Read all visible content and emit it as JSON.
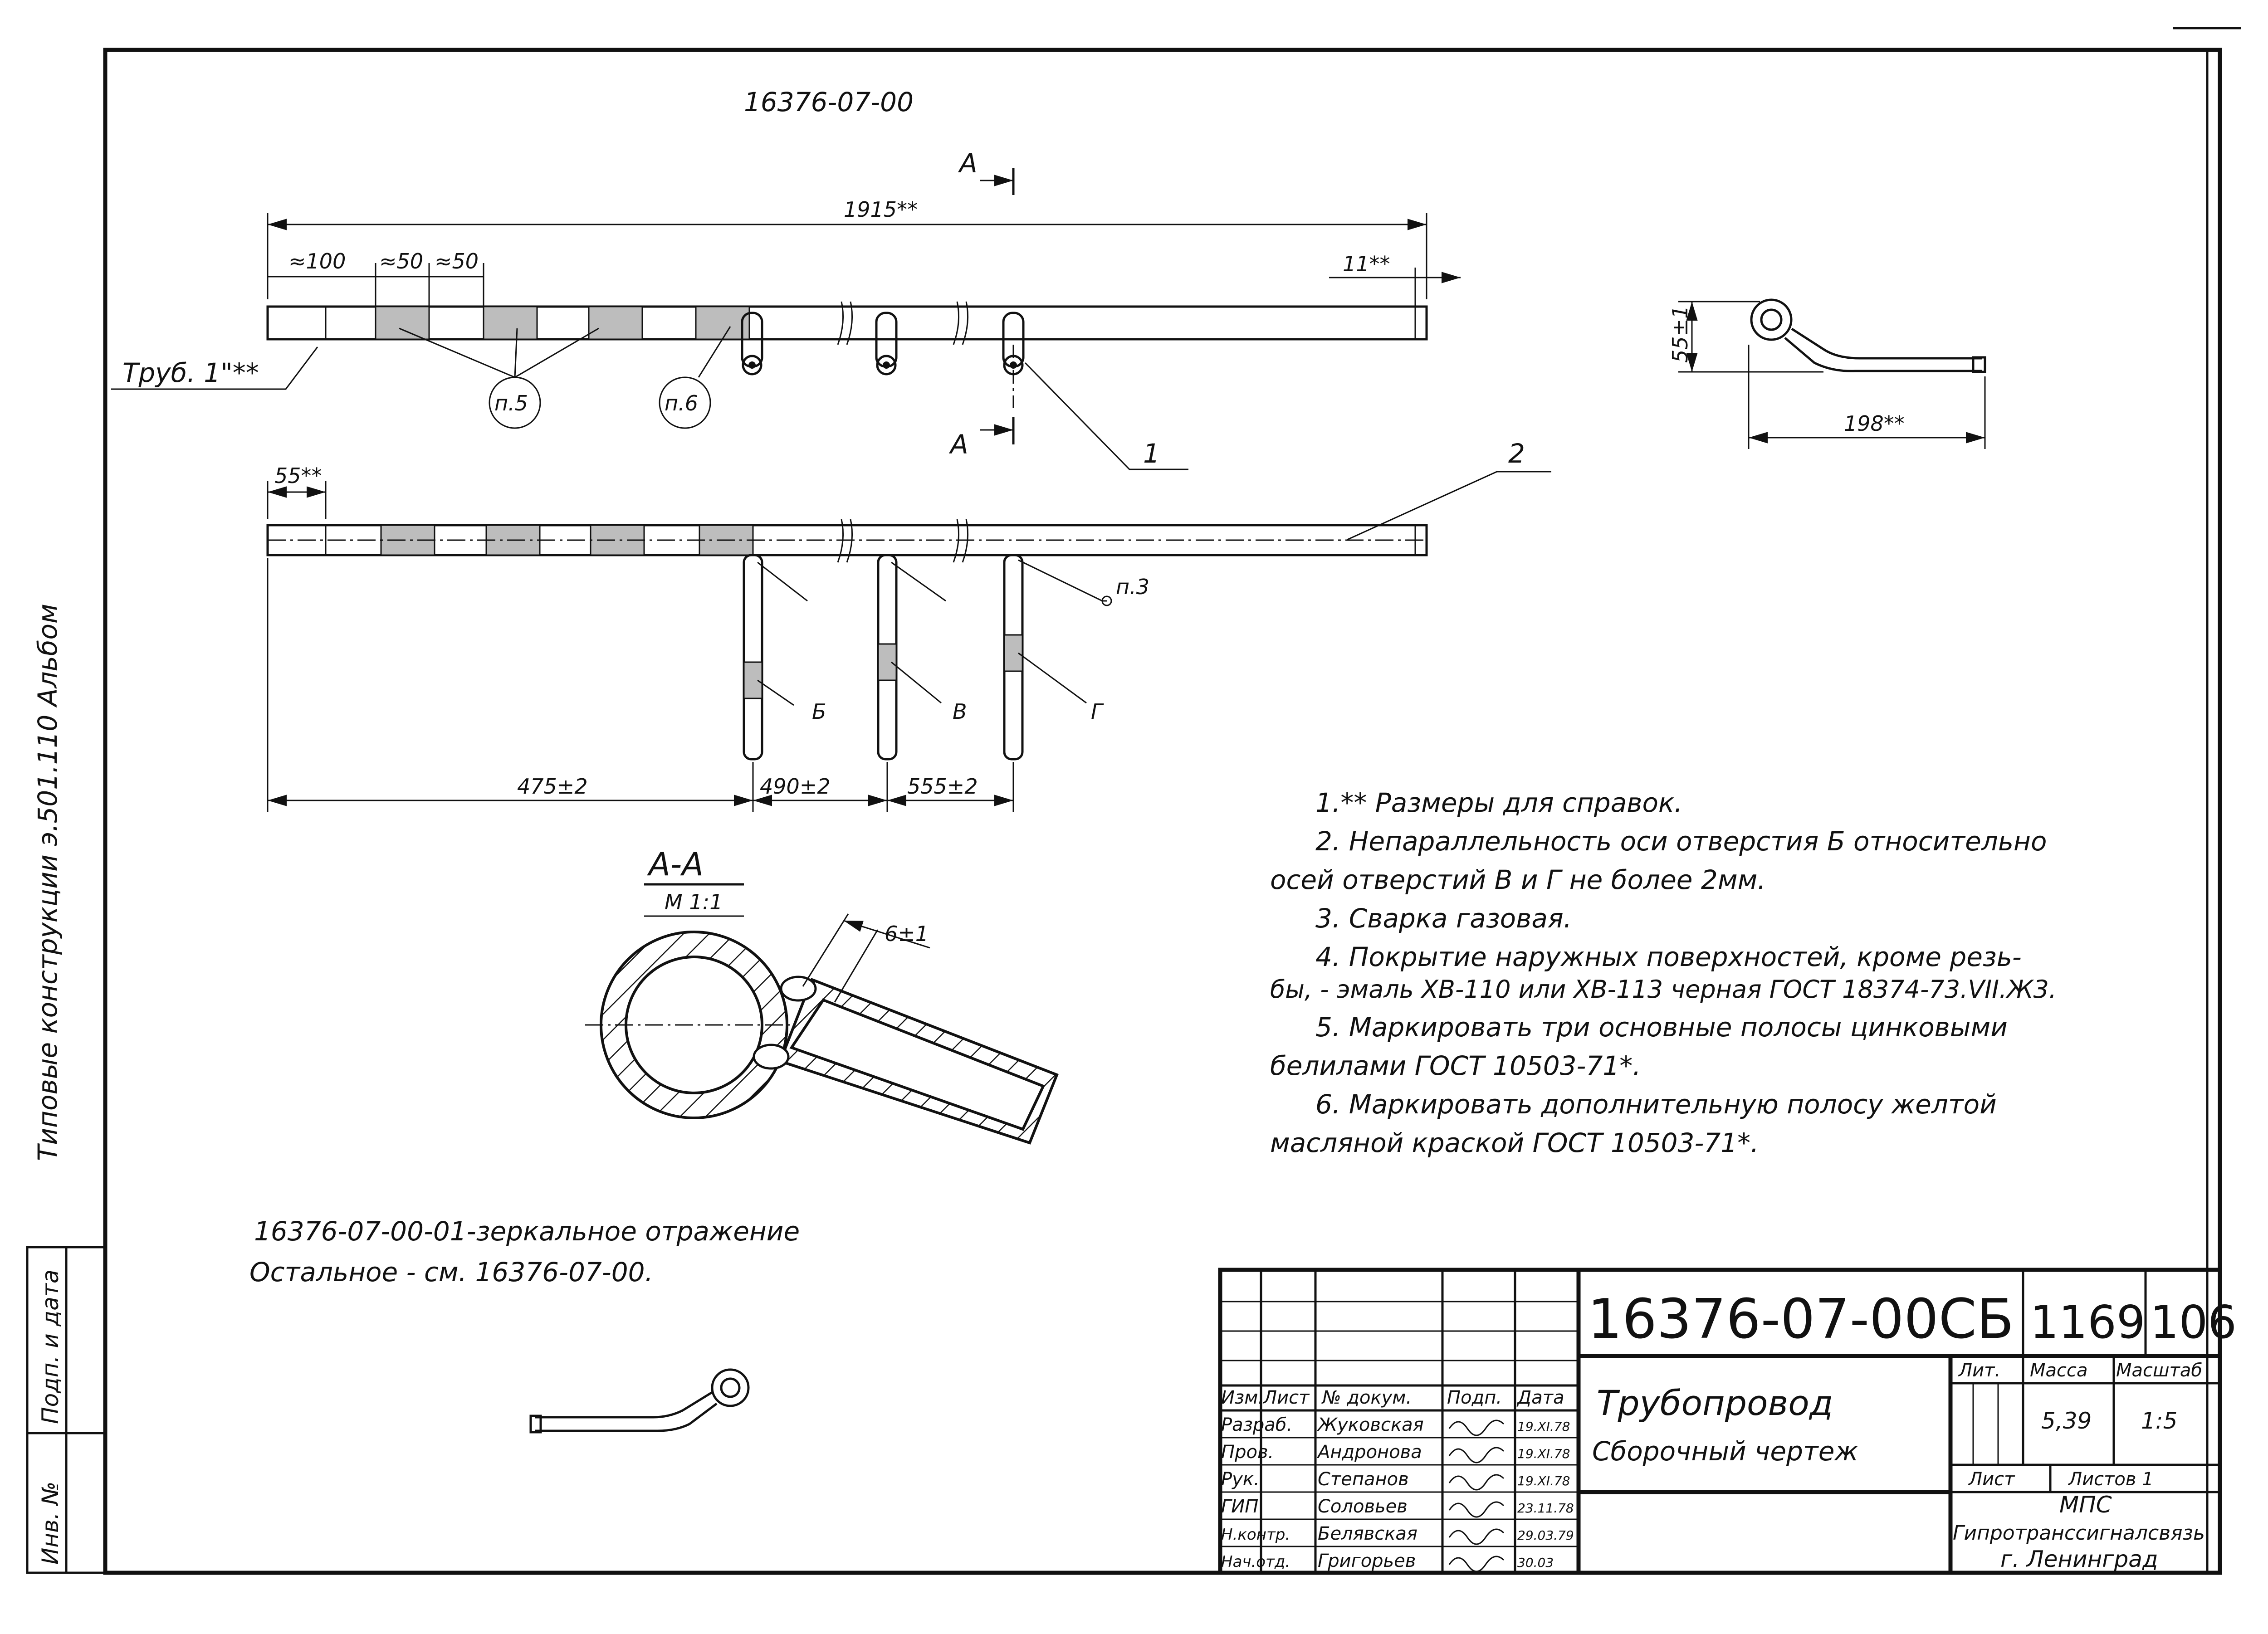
{
  "sheet": {
    "side_text": "Типовые конструкции э.501.110 Альбом",
    "inv_label": "Инв. №",
    "sign_date_label": "Подп. и дата"
  },
  "drawing": {
    "top_title": "16376-07-00",
    "section_mark": "А",
    "section_label": "А-А",
    "section_scale": "М 1:1",
    "dims": {
      "overall": "1915**",
      "d100": "≈100",
      "d50a": "≈50",
      "d50b": "≈50",
      "end11": "11**",
      "start55": "55**",
      "d475": "475±2",
      "d490": "490±2",
      "d555": "555±2",
      "weld": "6±1",
      "side_h": "55±1",
      "side_w": "198**"
    },
    "labels": {
      "pipe": "Труб. 1\"**",
      "p5": "п.5",
      "p6": "п.6",
      "p3": "п.3",
      "pos1": "1",
      "pos2": "2",
      "hole_b": "Б",
      "hole_v": "В",
      "hole_g": "Г"
    },
    "mirror_note": "16376-07-00-01-зеркальное отражение",
    "rest_note": "Остальное - см. 16376-07-00."
  },
  "notes": [
    "1.** Размеры для справок.",
    "2. Непараллельность оси отверстия Б относительно",
    "осей отверстий В и Г не более 2мм.",
    "3. Сварка газовая.",
    "4. Покрытие наружных поверхностей, кроме резь-",
    "бы, - эмаль ХВ-110 или ХВ-113 черная ГОСТ 18374-73.VII.Ж3.",
    "5. Маркировать три основные полосы цинковыми",
    "белилами ГОСТ 10503-71*.",
    "6. Маркировать дополнительную полосу желтой",
    "масляной краской ГОСТ 10503-71*."
  ],
  "title_block": {
    "doc_number": "16376-07-00СБ",
    "album_no": "1169",
    "sheet_no": "106",
    "name": "Трубопровод",
    "doc_type": "Сборочный чертеж",
    "col_izm": "Изм.",
    "col_list": "Лист",
    "col_doc": "№ докум.",
    "col_sign": "Подп.",
    "col_date": "Дата",
    "lit_label": "Лит.",
    "mass_label": "Масса",
    "scale_label": "Масштаб",
    "mass": "5,39",
    "scale": "1:5",
    "sheet_label": "Лист",
    "sheets_label": "Листов 1",
    "org1": "МПС",
    "org2": "Гипротранссигналсвязь",
    "org3": "г. Ленинград",
    "roles": [
      {
        "role": "Разраб.",
        "name": "Жуковская",
        "date": "19.XI.78"
      },
      {
        "role": "Пров.",
        "name": "Андронова",
        "date": "19.XI.78"
      },
      {
        "role": "Рук.",
        "name": "Степанов",
        "date": "19.XI.78"
      },
      {
        "role": "ГИП",
        "name": "Соловьев",
        "date": "23.11.78"
      },
      {
        "role": "Н.контр.",
        "name": "Белявская",
        "date": "29.03.79"
      },
      {
        "role": "Нач.отд.",
        "name": "Григорьев",
        "date": "30.03"
      }
    ]
  }
}
